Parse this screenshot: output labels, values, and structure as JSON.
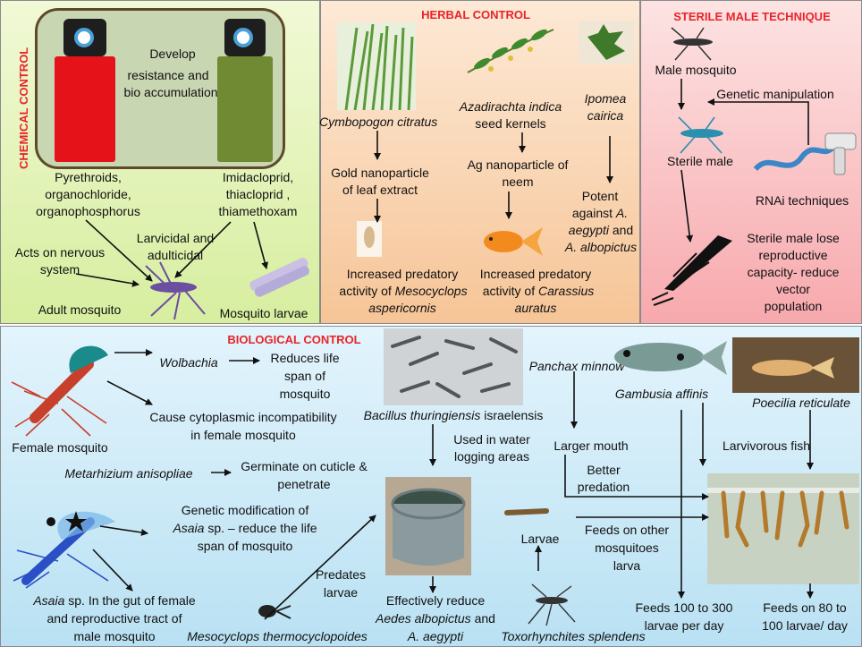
{
  "chemical": {
    "title": "CHEMICAL CONTROL",
    "develop": "Develop",
    "resistance": "resistance and",
    "bioacc": "bio accumulation",
    "pyr1": "Pyrethroids,",
    "pyr2": "organochloride,",
    "pyr3": "organophosphorus",
    "imi1": "Imidacloprid,",
    "imi2": "thiacloprid ,",
    "imi3": "thiamethoxam",
    "acts1": "Acts on nervous",
    "acts2": "system",
    "larv1": "Larvicidal and",
    "larv2": "adulticidal",
    "adult": "Adult mosquito",
    "larvae": "Mosquito larvae"
  },
  "herbal": {
    "title": "HERBAL CONTROL",
    "cymbo": "Cymbopogon citratus",
    "aza1": "Azadirachta indica",
    "aza2": "seed kernels",
    "ipo1": "Ipomea",
    "ipo2": "cairica",
    "gold1": "Gold nanoparticle",
    "gold2": "of leaf extract",
    "ag1": "Ag nanoparticle of",
    "ag2": "neem",
    "pot1": "Potent",
    "pot2": "against",
    "pot2i": "A.",
    "pot3": "aegypti",
    "pot3b": "and",
    "pot4": "A. albopictus",
    "meso1": "Increased predatory",
    "meso2": "activity of",
    "meso2i": "Mesocyclops",
    "meso3": "aspericornis",
    "cara1": "Increased predatory",
    "cara2": "activity of",
    "cara2i": "Carassius",
    "cara3": "auratus"
  },
  "sterile": {
    "title": "STERILE MALE TECHNIQUE",
    "male": "Male mosquito",
    "genetic": "Genetic manipulation",
    "sterile_male": "Sterile male",
    "rnai": "RNAi techniques",
    "lose1": "Sterile male lose",
    "lose2": "reproductive",
    "lose3": "capacity- reduce",
    "lose4": "vector",
    "lose5": "population"
  },
  "biological": {
    "title": "BIOLOGICAL CONTROL",
    "wolbachia": "Wolbachia",
    "reduces1": "Reduces life",
    "reduces2": "span of",
    "reduces3": "mosquito",
    "cause1": "Cause cytoplasmic incompatibility",
    "cause2": "in female mosquito",
    "female": "Female mosquito",
    "metar": "Metarhizium anisopliae",
    "germ1": "Germinate on cuticle &",
    "germ2": "penetrate",
    "gen1": "Genetic modification of",
    "gen2i": "Asaia",
    "gen2": "sp. – reduce the life",
    "gen3": "span of mosquito",
    "asaia1i": "Asaia",
    "asaia1": "sp. In the gut of female",
    "asaia2": "and reproductive tract of",
    "asaia3": "male mosquito",
    "bti_i": "Bacillus thuringiensis",
    "bti": "israelensis",
    "used1": "Used in water",
    "used2": "logging areas",
    "panchax": "Panchax minnow",
    "larger": "Larger mouth",
    "better1": "Better",
    "better2": "predation",
    "gambusia": "Gambusia affinis",
    "poecilia": "Poecilia reticulate",
    "larvivorous": "Larvivorous fish",
    "predates1": "Predates",
    "predates2": "larvae",
    "effect1": "Effectively reduce",
    "effect2": "Aedes albopictus",
    "effect2b": "and",
    "effect3": "A. aegypti",
    "larvae": "Larvae",
    "feedsother1": "Feeds on other",
    "feedsother2": "mosquitoes",
    "feedsother3": "larva",
    "feeds1001": "Feeds 100 to 300",
    "feeds1002": "larvae per day",
    "feeds801": "Feeds on 80 to",
    "feeds802": "100 larvae/ day",
    "mesothermo": "Mesocyclops thermocyclopoides",
    "toxo": "Toxorhynchites splendens"
  }
}
